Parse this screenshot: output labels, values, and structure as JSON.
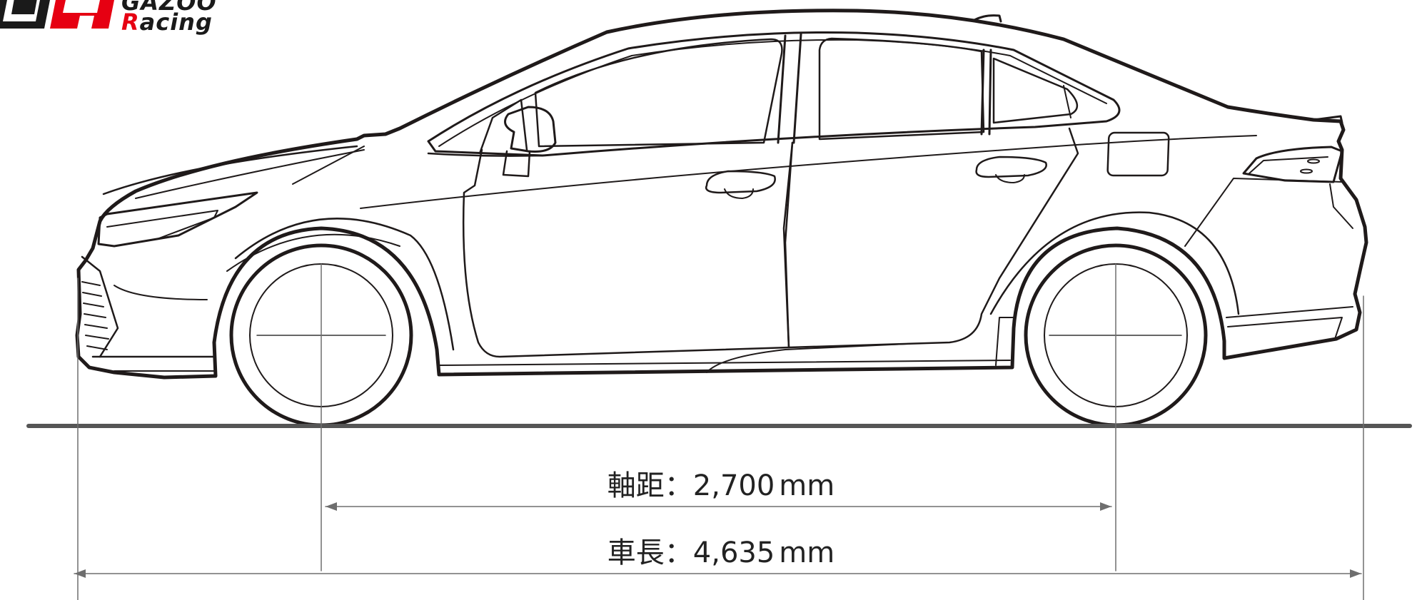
{
  "brand": {
    "logo_mark": "GR",
    "logo_line1": "GAZOO",
    "logo_line2_first": "R",
    "logo_line2_rest": "acing",
    "colors": {
      "red": "#e60012",
      "black": "#1a1a1a"
    }
  },
  "dimensions": {
    "wheelbase": {
      "label": "軸距",
      "separator": "：",
      "value": "2,700",
      "unit": "mm"
    },
    "length": {
      "label": "車長",
      "separator": "：",
      "value": "4,635",
      "unit": "mm"
    }
  },
  "colors": {
    "line": "#1f1a1a",
    "dim_line": "#6e6e6e",
    "ground": "#555555"
  }
}
